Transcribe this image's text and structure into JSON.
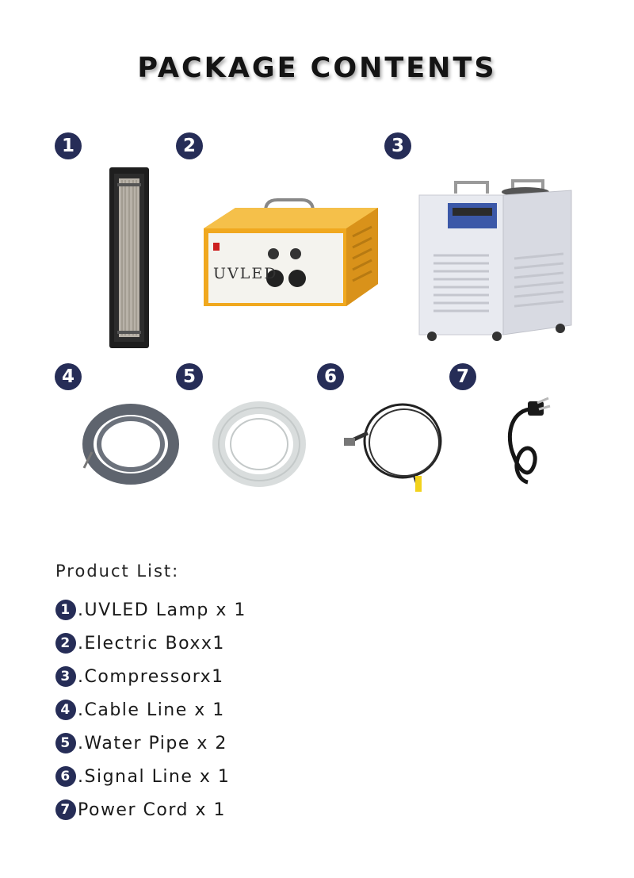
{
  "header": {
    "title": "PACKAGE CONTENTS"
  },
  "badges": [
    "1",
    "2",
    "3",
    "4",
    "5",
    "6",
    "7"
  ],
  "electric_box": {
    "brand": "UVLED"
  },
  "list": {
    "heading": "Product List:",
    "items": [
      {
        "num": "1",
        "text": ".UVLED Lamp x 1"
      },
      {
        "num": "2",
        "text": ".Electric Boxx1"
      },
      {
        "num": "3",
        "text": ".Compressorx1"
      },
      {
        "num": "4",
        "text": ".Cable Line x 1"
      },
      {
        "num": "5",
        "text": ".Water Pipe x 2"
      },
      {
        "num": "6",
        "text": ".Signal Line x 1"
      },
      {
        "num": "7",
        "text": "Power Cord x 1"
      }
    ]
  },
  "colors": {
    "badge": "#262d57",
    "box_yellow": "#f0a81f",
    "chiller_gray": "#e6e8ee"
  }
}
